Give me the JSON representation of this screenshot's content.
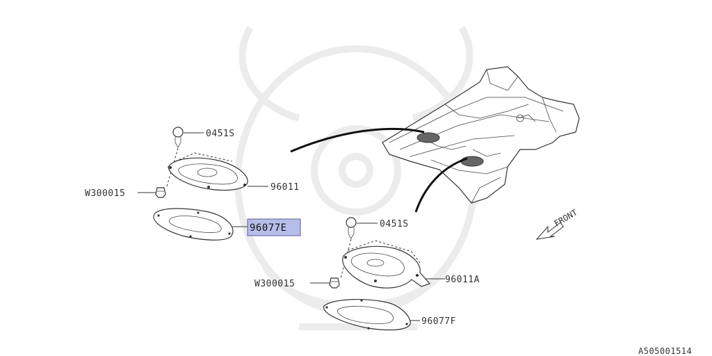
{
  "diagram": {
    "parts": {
      "bolt_top_left": "0451S",
      "cover_left": "96011",
      "clip_left": "W300015",
      "gasket_left": "96077E",
      "bolt_right": "0451S",
      "cover_right": "96011A",
      "clip_right": "W300015",
      "gasket_right": "96077F"
    },
    "direction_label": "FRONT",
    "reference_code": "A505001514",
    "highlight_color": "#b6bde8"
  }
}
